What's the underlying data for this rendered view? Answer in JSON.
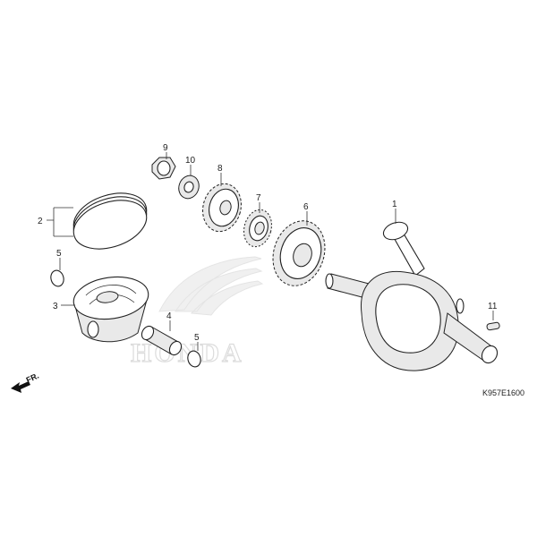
{
  "diagram": {
    "code": "K957E1600",
    "front_label": "FR.",
    "watermark": "HONDA",
    "callouts": {
      "c1": "1",
      "c2": "2",
      "c3": "3",
      "c4": "4",
      "c5a": "5",
      "c5b": "5",
      "c6": "6",
      "c7": "7",
      "c8": "8",
      "c9": "9",
      "c10": "10",
      "c11": "11"
    }
  }
}
